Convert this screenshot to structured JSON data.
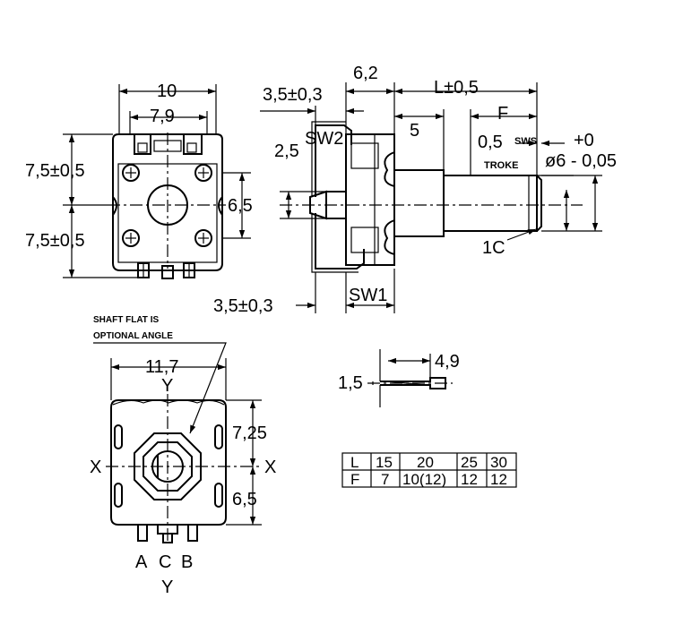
{
  "top_front": {
    "width_outer": "10",
    "width_inner": "7,9",
    "height_upper": "7,5±0,5",
    "height_lower": "7,5±0,5",
    "shaft_pitch": "6,5"
  },
  "side_view": {
    "switch_offset_top": "3,5±0,3",
    "body_depth": "6,2",
    "shaft_length": "L±0,5",
    "flat_length": "F",
    "bushing": "5",
    "switch_height": "2,5",
    "sw2_label": "SW2",
    "sw1_label": "SW1",
    "switch_offset_bottom": "3,5±0,3",
    "stroke_value": "0,5",
    "sws_label": "SWS",
    "troke_label": "TROKE",
    "tolerance_upper": "+0",
    "shaft_diameter": "ø6 - 0,05",
    "chamfer": "1C"
  },
  "bottom_view": {
    "note_line1": "SHAFT FLAT IS",
    "note_line2": "OPTIONAL ANGLE",
    "width": "11,7",
    "axis_y_top": "Y",
    "axis_y_bottom": "Y",
    "axis_x_left": "X",
    "axis_x_right": "X",
    "upper_height": "7,25",
    "lower_height": "6,5",
    "pin_a": "A",
    "pin_c": "C",
    "pin_b": "B"
  },
  "pin_detail": {
    "pin_height": "1,5",
    "pin_length": "4,9"
  },
  "length_table": {
    "row_l_label": "L",
    "row_f_label": "F",
    "l_values": [
      "15",
      "20",
      "25",
      "30"
    ],
    "f_values": [
      "7",
      "10(12)",
      "12",
      "12"
    ]
  }
}
